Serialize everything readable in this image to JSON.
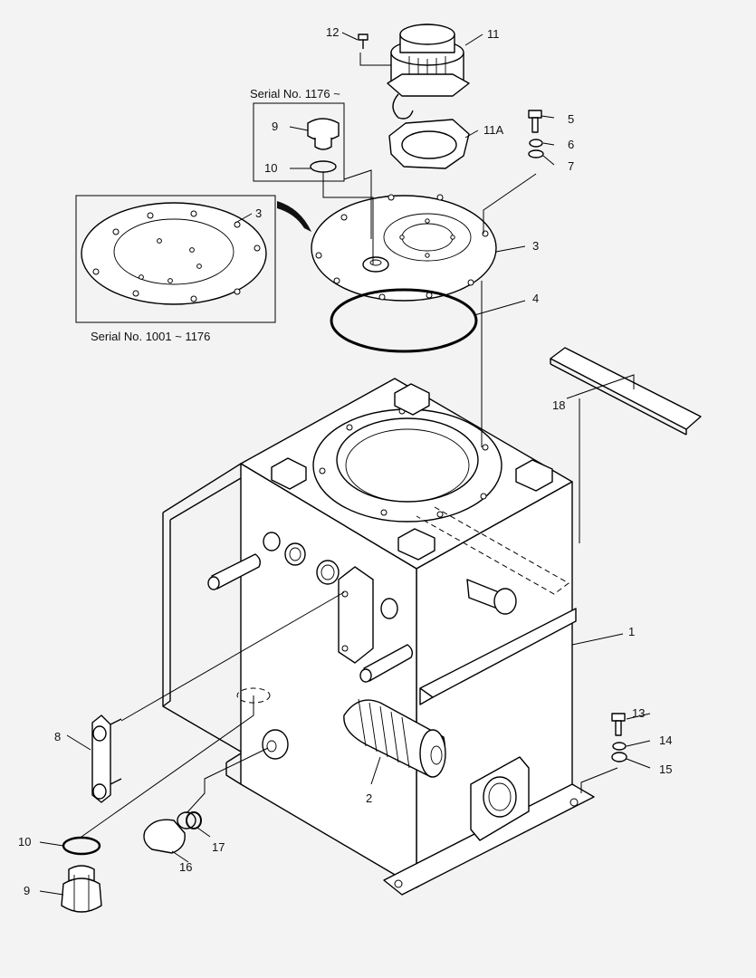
{
  "captions": {
    "serial_top": "Serial No.  1176 ~",
    "serial_bottom": "Serial No.  1001 ~ 1176"
  },
  "callouts": {
    "c1": "1",
    "c2": "2",
    "c3a": "3",
    "c3b": "3",
    "c4": "4",
    "c5": "5",
    "c6": "6",
    "c7": "7",
    "c8": "8",
    "c9a": "9",
    "c9b": "9",
    "c10a": "10",
    "c10b": "10",
    "c11": "11",
    "c11a": "11A",
    "c12": "12",
    "c13": "13",
    "c14": "14",
    "c15": "15",
    "c16": "16",
    "c17": "17",
    "c18": "18"
  }
}
